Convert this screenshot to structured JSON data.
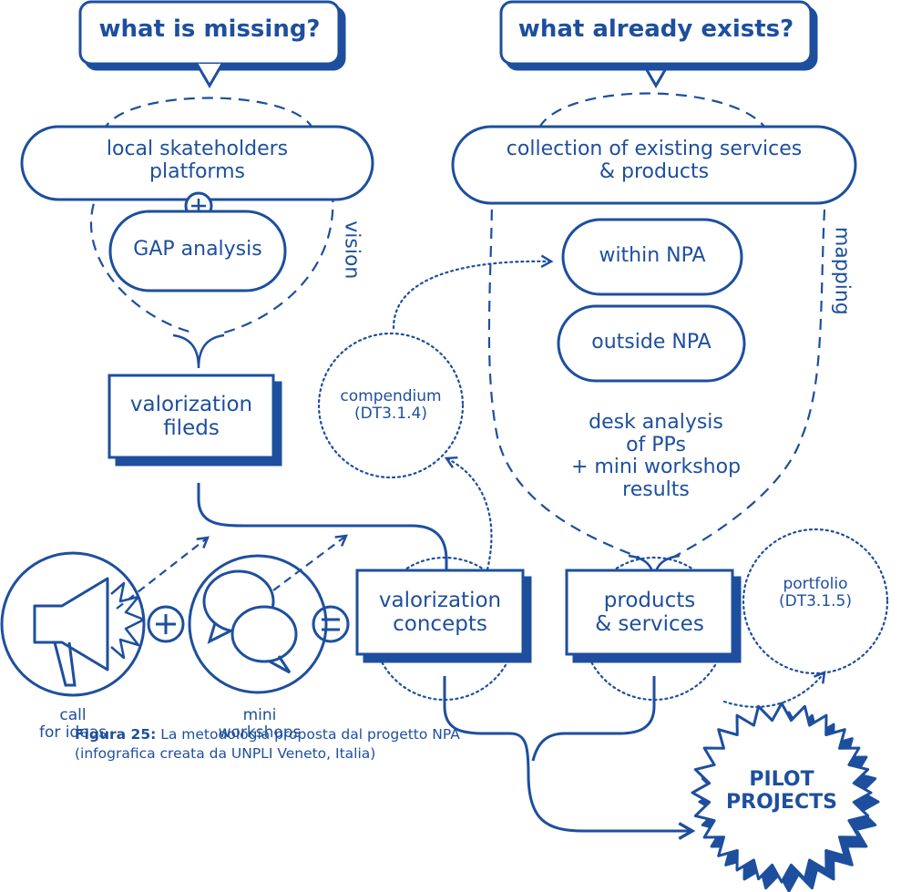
{
  "headers": {
    "missing": "what is missing?",
    "exists": "what already exists?"
  },
  "left_flow": {
    "stakeholders": "local skateholders\nplatforms",
    "gap": "GAP analysis",
    "vision": "vision",
    "valorization_fields": "valorization\nfileds"
  },
  "right_flow": {
    "collection": "collection of existing services\n& products",
    "within": "within NPA",
    "outside": "outside NPA",
    "desk": "desk analysis\nof PPs\n+ mini workshop\nresults",
    "mapping": "mapping"
  },
  "outputs": {
    "compendium": "compendium\n(DT3.1.4)",
    "portfolio": "portfolio\n(DT3.1.5)",
    "concepts": "valorization\nconcepts",
    "products": "products\n& services",
    "pilot": "PILOT\nPROJECTS"
  },
  "inputs": {
    "call": "call\nfor ideas",
    "workshops": "mini\nworkshops"
  },
  "caption": {
    "label": "Figura 25:",
    "text": " La metodologia proposta dal progetto NPA (infografica creata da UNPLI Veneto, Italia)"
  },
  "colors": {
    "primary": "#1d4f9e",
    "background": "#ffffff"
  }
}
